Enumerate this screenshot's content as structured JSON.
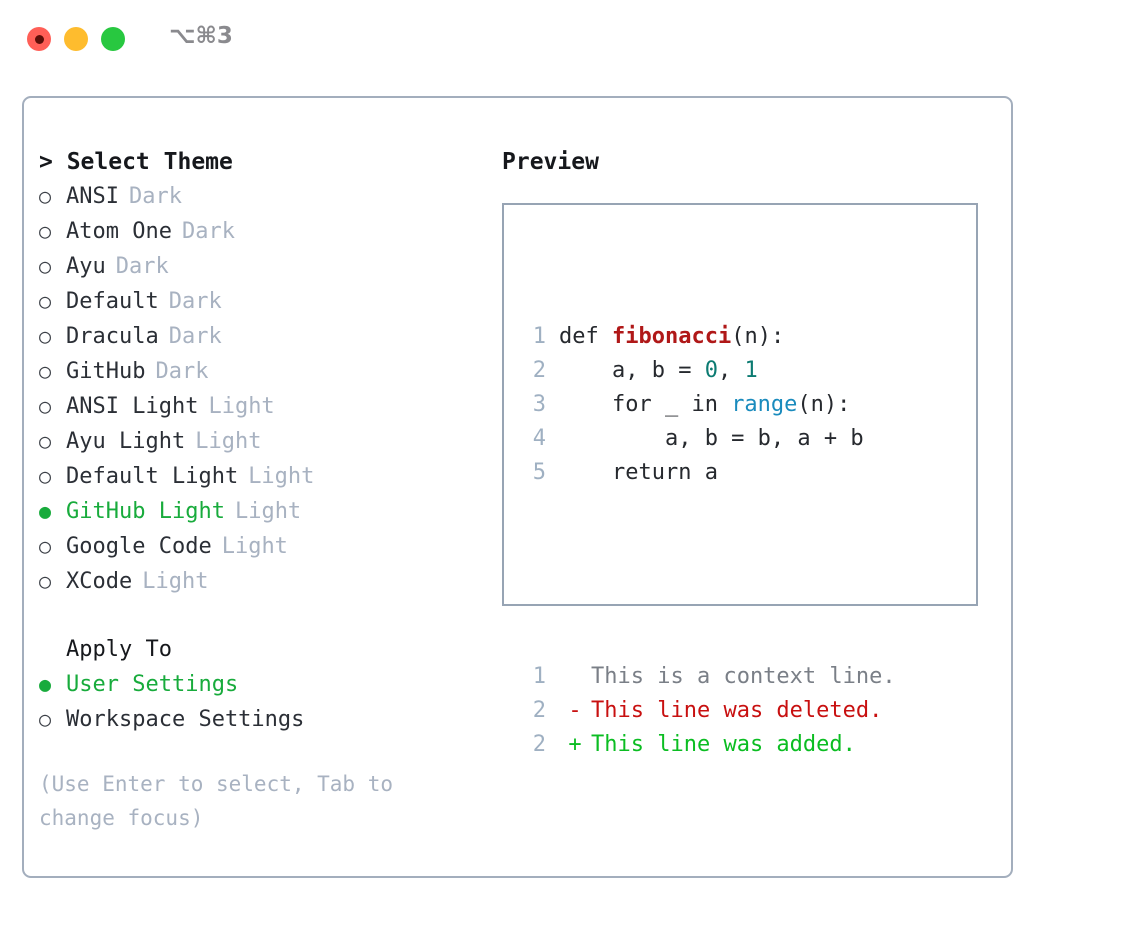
{
  "titlebar": {
    "shortcut": "⌥⌘3",
    "lights": [
      "close-red",
      "minimize-yellow",
      "maximize-green"
    ]
  },
  "theme_picker": {
    "header": "> Select Theme",
    "bullet_unselected": "○",
    "bullet_selected": "●",
    "items": [
      {
        "label": "ANSI",
        "badge": "Dark",
        "selected": false
      },
      {
        "label": "Atom One",
        "badge": "Dark",
        "selected": false
      },
      {
        "label": "Ayu",
        "badge": "Dark",
        "selected": false
      },
      {
        "label": "Default",
        "badge": "Dark",
        "selected": false
      },
      {
        "label": "Dracula",
        "badge": "Dark",
        "selected": false
      },
      {
        "label": "GitHub",
        "badge": "Dark",
        "selected": false
      },
      {
        "label": "ANSI Light",
        "badge": "Light",
        "selected": false
      },
      {
        "label": "Ayu Light",
        "badge": "Light",
        "selected": false
      },
      {
        "label": "Default Light",
        "badge": "Light",
        "selected": false
      },
      {
        "label": "GitHub Light",
        "badge": "Light",
        "selected": true
      },
      {
        "label": "Google Code",
        "badge": "Light",
        "selected": false
      },
      {
        "label": "XCode",
        "badge": "Light",
        "selected": false
      }
    ]
  },
  "apply_to": {
    "header": "Apply To",
    "options": [
      {
        "label": "User Settings",
        "selected": true
      },
      {
        "label": "Workspace Settings",
        "selected": false
      }
    ]
  },
  "hint": "(Use Enter to select, Tab to change focus)",
  "preview": {
    "header": "Preview",
    "code_lines": [
      {
        "no": "1",
        "tokens": [
          {
            "t": "def ",
            "c": "tok-plain"
          },
          {
            "t": "fibonacci",
            "c": "tok-fn"
          },
          {
            "t": "(n):",
            "c": "tok-plain"
          }
        ]
      },
      {
        "no": "2",
        "tokens": [
          {
            "t": "    a, b = ",
            "c": "tok-plain"
          },
          {
            "t": "0",
            "c": "tok-num"
          },
          {
            "t": ", ",
            "c": "tok-plain"
          },
          {
            "t": "1",
            "c": "tok-num"
          }
        ]
      },
      {
        "no": "3",
        "tokens": [
          {
            "t": "    for _ in ",
            "c": "tok-plain"
          },
          {
            "t": "range",
            "c": "tok-builtin"
          },
          {
            "t": "(n):",
            "c": "tok-plain"
          }
        ]
      },
      {
        "no": "4",
        "tokens": [
          {
            "t": "        a, b = b, a + b",
            "c": "tok-plain"
          }
        ]
      },
      {
        "no": "5",
        "tokens": [
          {
            "t": "    return a",
            "c": "tok-plain"
          }
        ]
      }
    ],
    "diff_lines": [
      {
        "no": "1",
        "mark": " ",
        "text": "This is a context line.",
        "kind": "d-ctx"
      },
      {
        "no": "2",
        "mark": "-",
        "text": "This line was deleted.",
        "kind": "d-del"
      },
      {
        "no": "2",
        "mark": "+",
        "text": "This line was added.",
        "kind": "d-add"
      }
    ]
  },
  "colors": {
    "accent_green": "#18ab3c",
    "muted": "#a8b2c1",
    "border": "#a3aebd",
    "diff_add": "#0bbd22",
    "diff_del": "#c81010",
    "fn_red": "#b01818",
    "builtin_blue": "#1a8bbd",
    "number_teal": "#0c7b72"
  }
}
